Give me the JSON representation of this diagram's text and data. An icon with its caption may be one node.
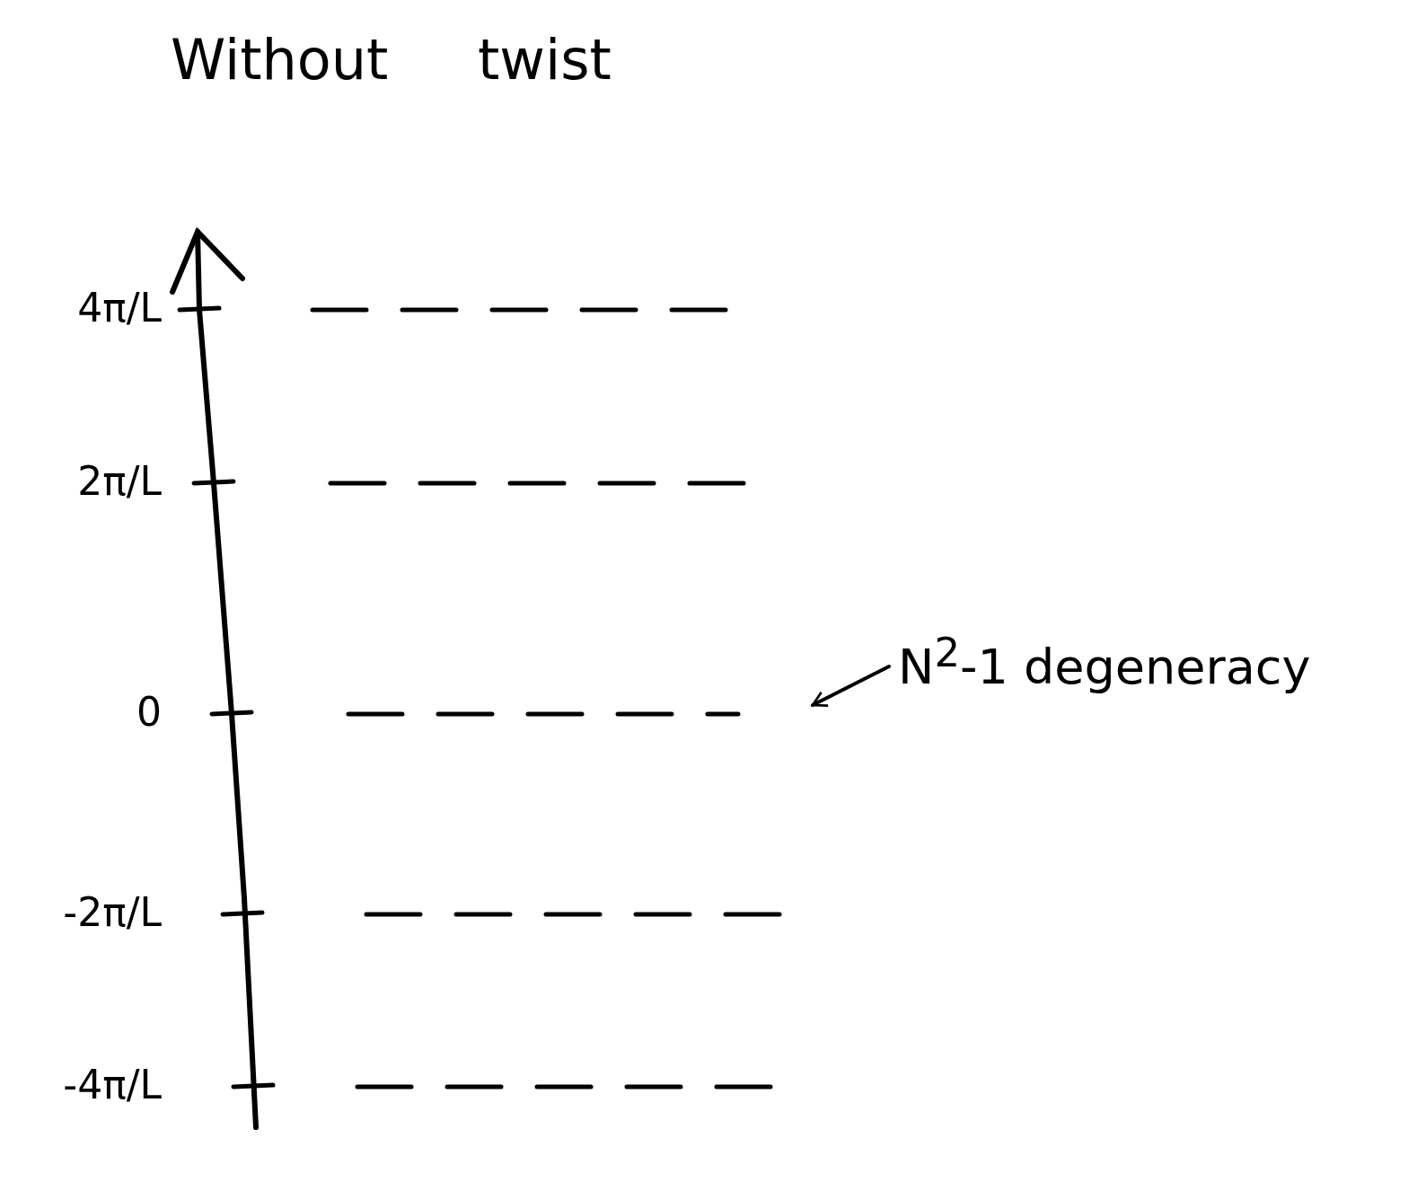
{
  "diagram": {
    "title": "Without twist",
    "nodes": [
      {
        "text": [],
        "shape": "line"
      },
      {
        "text": [],
        "shape": "line"
      },
      {
        "text": [],
        "shape": "line"
      },
      {
        "text": [],
        "shape": "line"
      },
      {
        "text": [],
        "shape": "line"
      },
      {
        "text": [
          "N$^{2}$-1 degeneracy"
        ]
      }
    ],
    "edges": [
      {
        "from": 5,
        "to": 2,
        "arrow": "to"
      }
    ],
    "labels": [
      "4π/L",
      "2π/L",
      "0",
      "-2π/L",
      "-4π/L"
    ]
  }
}
